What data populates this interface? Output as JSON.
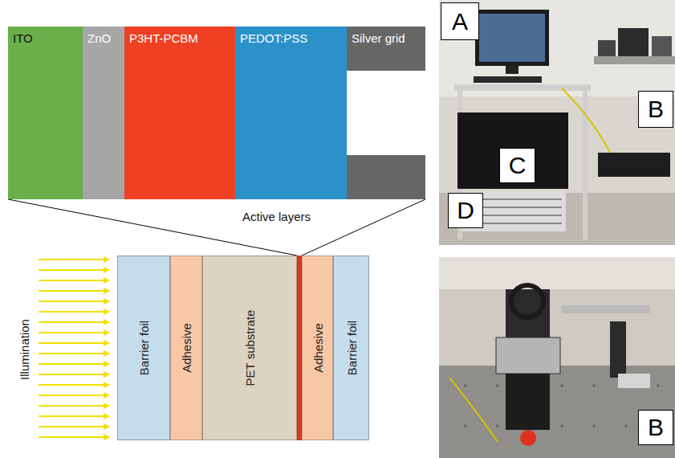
{
  "diagram": {
    "nodes": [
      {
        "text": [
          "ITO"
        ]
      },
      {
        "text": [
          "ZnO"
        ]
      },
      {
        "text": [
          "P3HT-PCBM"
        ]
      },
      {
        "text": [
          "PEDOT:PSS"
        ]
      },
      {
        "text": [
          "Silver grid"
        ]
      },
      {
        "text": [
          "Barrier foil"
        ]
      },
      {
        "text": [
          "Adhesive"
        ]
      },
      {
        "text": [
          "PET substrate"
        ]
      },
      {
        "text": [
          "Adhesive"
        ]
      },
      {
        "text": [
          "Barrier foil"
        ]
      },
      {
        "text": [
          "A"
        ]
      },
      {
        "text": [
          "B"
        ]
      },
      {
        "text": [
          "C"
        ]
      },
      {
        "text": [
          "D"
        ]
      },
      {
        "text": [
          "B"
        ]
      }
    ],
    "labels": [
      "Active layers",
      "Illumination"
    ]
  }
}
